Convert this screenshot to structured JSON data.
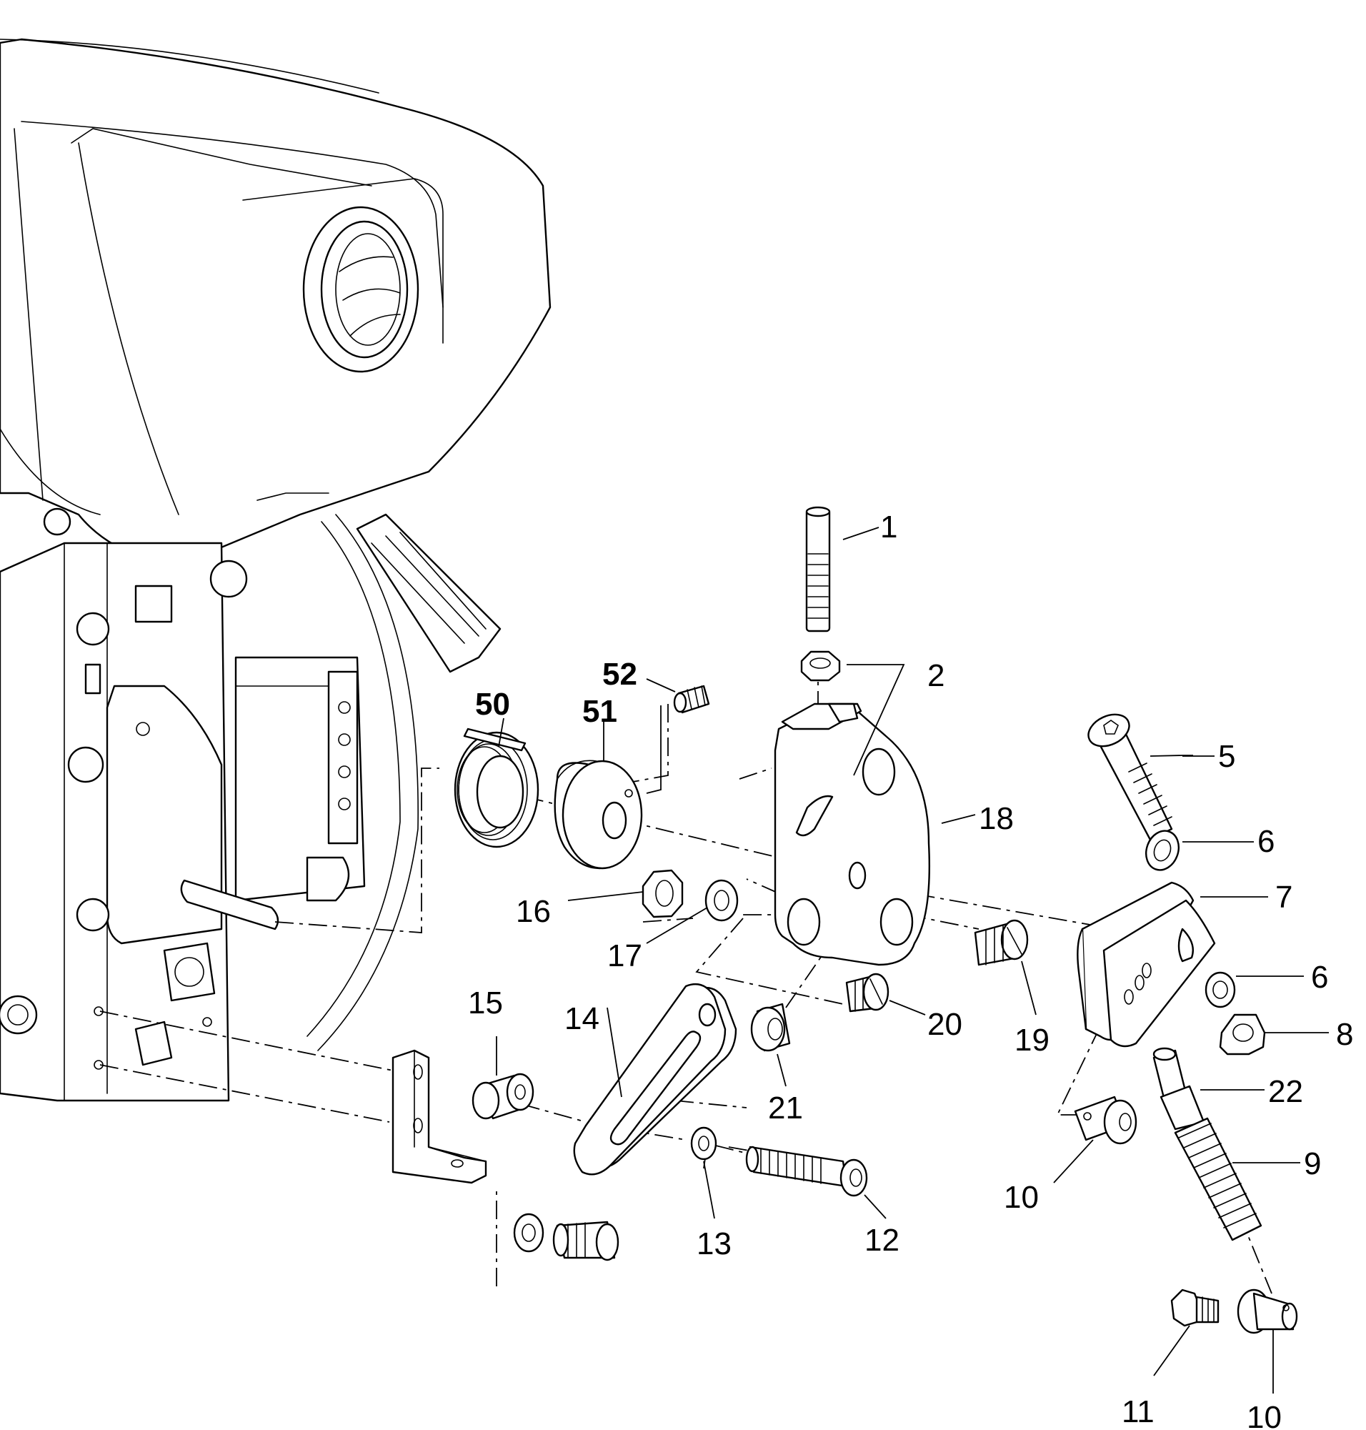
{
  "callouts": {
    "c1": "1",
    "c2": "2",
    "c5": "5",
    "c6a": "6",
    "c6b": "6",
    "c7": "7",
    "c8": "8",
    "c9": "9",
    "c10a": "10",
    "c10b": "10",
    "c11": "11",
    "c12": "12",
    "c13": "13",
    "c14": "14",
    "c15": "15",
    "c16": "16",
    "c17": "17",
    "c18": "18",
    "c19": "19",
    "c20": "20",
    "c21": "21",
    "c22": "22",
    "c50": "50",
    "c51": "51",
    "c52": "52"
  }
}
